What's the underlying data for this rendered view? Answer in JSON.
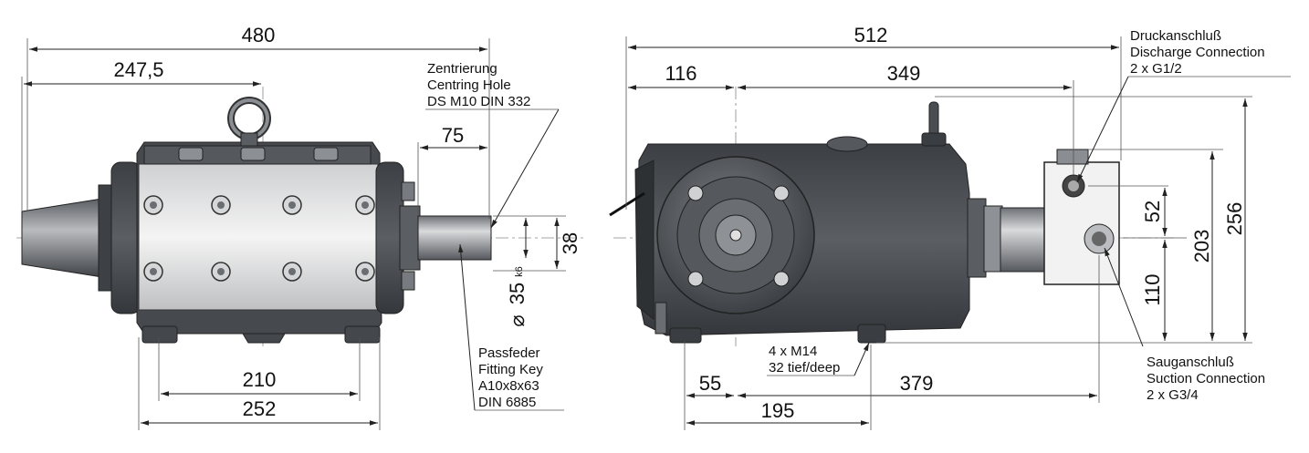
{
  "side_view": {
    "dimensions": {
      "overall_length": "480",
      "to_center": "247,5",
      "shaft_length": "75",
      "key_height": "38",
      "shaft_diameter": "35",
      "shaft_tolerance": "k6",
      "foot_inner": "210",
      "foot_outer": "252"
    },
    "notes": {
      "centering": [
        "Zentrierung",
        "Centring Hole",
        "DS M10 DIN 332"
      ],
      "key": [
        "Passfeder",
        "Fitting Key",
        "A10x8x63",
        "DIN 6885"
      ]
    }
  },
  "front_view": {
    "dimensions": {
      "overall_length": "512",
      "left_offset": "116",
      "center_to_connection": "349",
      "discharge_offset": "52",
      "suction_offset": "110",
      "discharge_height": "203",
      "total_height": "256",
      "foot_offset": "55",
      "foot_span": "195",
      "foot_to_connection": "379"
    },
    "notes": {
      "discharge": [
        "Druckanschluß",
        "Discharge Connection",
        "2 x G1/2"
      ],
      "suction": [
        "Sauganschluß",
        "Suction Connection",
        "2 x G3/4"
      ],
      "mounting": [
        "4 x M14",
        "32 tief/deep"
      ]
    }
  },
  "colors": {
    "body_dark": "#4a4d52",
    "body_light": "#e6e6e6",
    "metal": "#9a9da2",
    "line": "#222222"
  }
}
